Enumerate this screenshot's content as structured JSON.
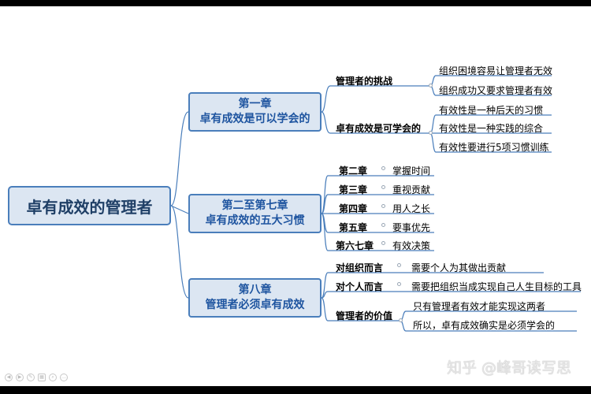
{
  "root": "卓有成效的管理者",
  "chapters": [
    {
      "line1": "第一章",
      "line2": "卓有成效是可以学会的",
      "topics": [
        {
          "label": "管理者的挑战",
          "items": [
            "组织困境容易让管理者无效",
            "组织成功又要求管理者有效"
          ]
        },
        {
          "label": "卓有成效是可学会的",
          "items": [
            "有效性是一种后天的习惯",
            "有效性是一种实践的综合",
            "有效性要进行5项习惯训练"
          ]
        }
      ]
    },
    {
      "line1": "第二至第七章",
      "line2": "卓有成效的五大习惯",
      "topics": [
        {
          "label": "第二章",
          "items": [
            "掌握时间"
          ]
        },
        {
          "label": "第三章",
          "items": [
            "重视贡献"
          ]
        },
        {
          "label": "第四章",
          "items": [
            "用人之长"
          ]
        },
        {
          "label": "第五章",
          "items": [
            "要事优先"
          ]
        },
        {
          "label": "第六七章",
          "items": [
            "有效决策"
          ]
        }
      ]
    },
    {
      "line1": "第八章",
      "line2": "管理者必须卓有成效",
      "topics": [
        {
          "label": "对组织而言",
          "items": [
            "需要个人为其做出贡献"
          ]
        },
        {
          "label": "对个人而言",
          "items": [
            "需要把组织当成实现自己人生目标的工具"
          ]
        },
        {
          "label": "管理者的价值",
          "items": [
            "只有管理者有效才能实现这两者",
            "所以，卓有成效确实是必须学会的"
          ]
        }
      ]
    }
  ],
  "watermark": "知乎 @峰哥读写思",
  "colors": {
    "line": "#4a7ebb",
    "node_fill": "#dce6f2",
    "text": "#1f55a0"
  }
}
